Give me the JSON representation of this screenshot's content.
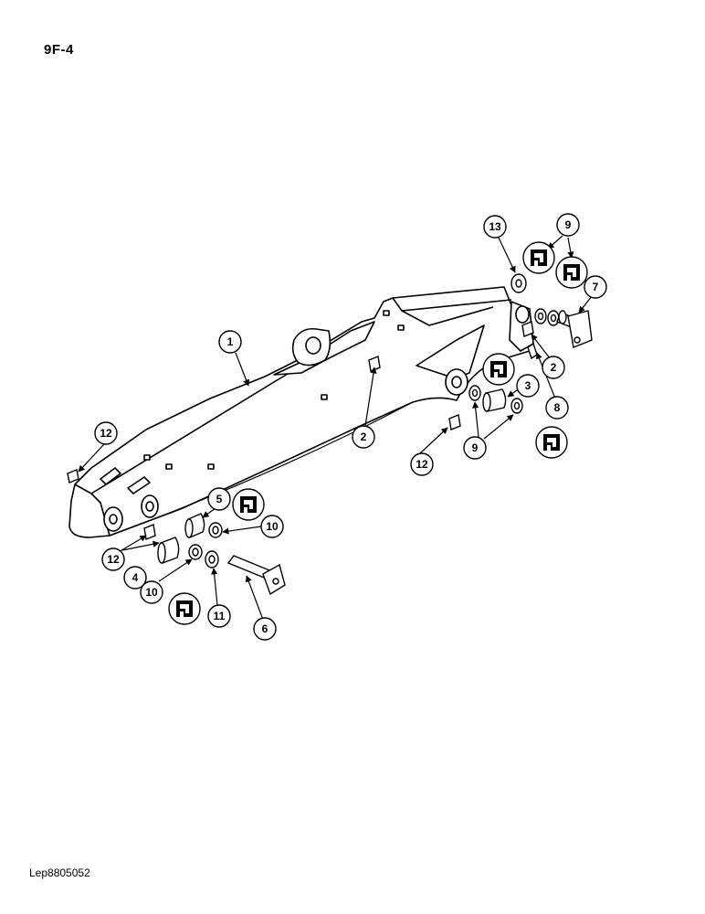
{
  "page_code": "9F-4",
  "document_ref": "Lep8805052",
  "callouts": [
    {
      "id": "c1",
      "number": "1"
    },
    {
      "id": "c2a",
      "number": "2"
    },
    {
      "id": "c2b",
      "number": "2"
    },
    {
      "id": "c3",
      "number": "3"
    },
    {
      "id": "c4",
      "number": "4"
    },
    {
      "id": "c5",
      "number": "5"
    },
    {
      "id": "c6",
      "number": "6"
    },
    {
      "id": "c7",
      "number": "7"
    },
    {
      "id": "c8",
      "number": "8"
    },
    {
      "id": "c9a",
      "number": "9"
    },
    {
      "id": "c9b",
      "number": "9"
    },
    {
      "id": "c10a",
      "number": "10"
    },
    {
      "id": "c10b",
      "number": "10"
    },
    {
      "id": "c11",
      "number": "11"
    },
    {
      "id": "c12a",
      "number": "12"
    },
    {
      "id": "c12b",
      "number": "12"
    },
    {
      "id": "c12c",
      "number": "12"
    },
    {
      "id": "c13",
      "number": "13"
    }
  ],
  "icons": [
    "seal-symbol-icon"
  ]
}
